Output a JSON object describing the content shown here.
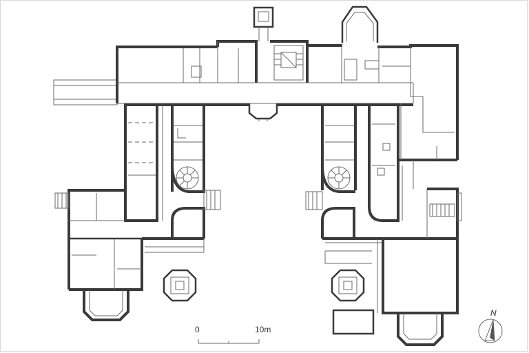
{
  "scale_bar": {
    "start_label": "0",
    "end_label": "10m"
  },
  "north_arrow": {
    "label": "N"
  },
  "colors": {
    "wall": "#3a3a3a",
    "thin_line": "#6a6a6a",
    "background": "#ffffff",
    "frame": "#d9d9d9"
  }
}
